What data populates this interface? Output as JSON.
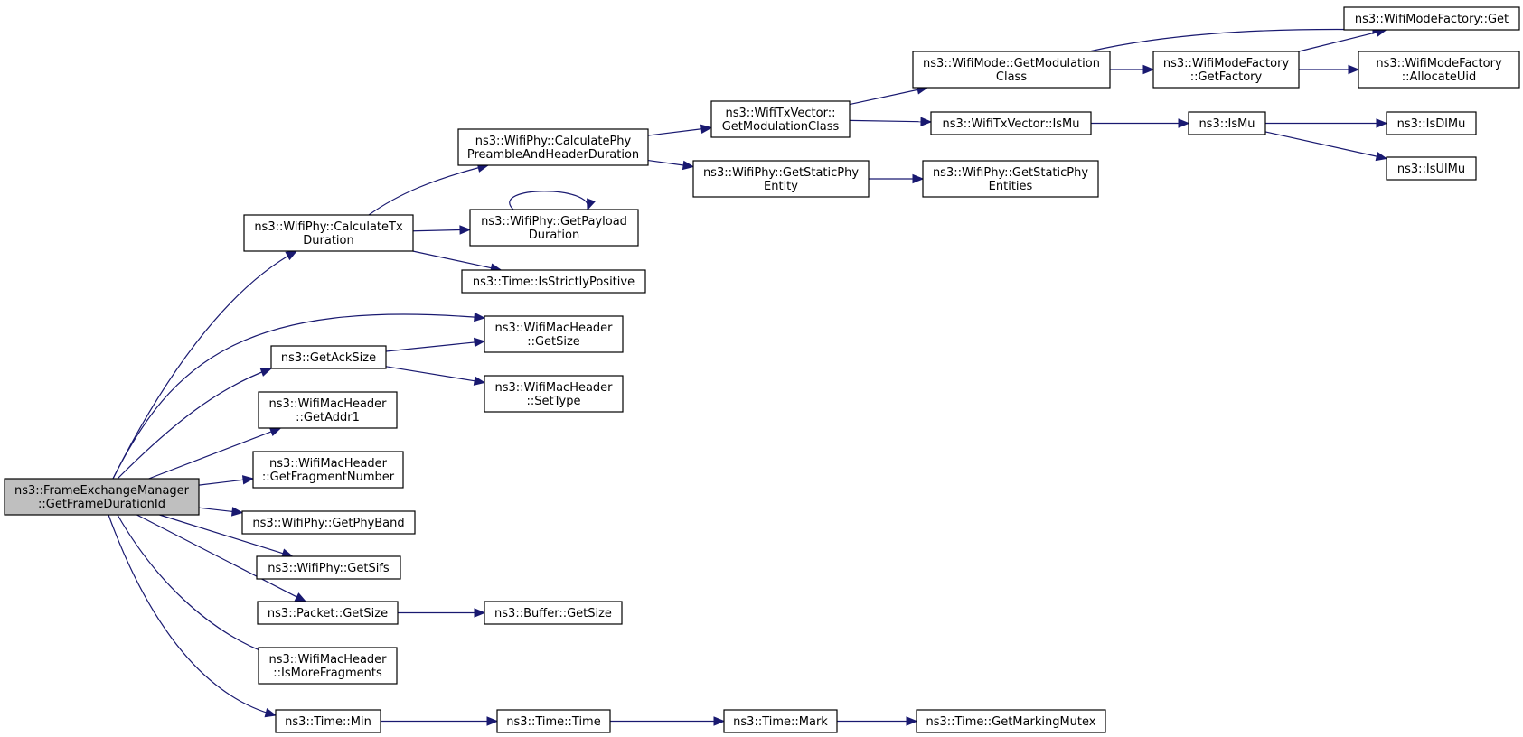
{
  "edge_color": "#191970",
  "root_fill": "#bfbfbf",
  "nodes": [
    {
      "id": "root",
      "lines": [
        "ns3::FrameExchangeManager",
        "::GetFrameDurationId"
      ],
      "root": true
    },
    {
      "id": "calcTx",
      "lines": [
        "ns3::WifiPhy::CalculateTx",
        "Duration"
      ]
    },
    {
      "id": "calcPre",
      "lines": [
        "ns3::WifiPhy::CalculatePhy",
        "PreambleAndHeaderDuration"
      ]
    },
    {
      "id": "payload",
      "lines": [
        "ns3::WifiPhy::GetPayload",
        "Duration"
      ]
    },
    {
      "id": "strict",
      "lines": [
        "ns3::Time::IsStrictlyPositive"
      ]
    },
    {
      "id": "txModClass",
      "lines": [
        "ns3::WifiTxVector::",
        "GetModulationClass"
      ]
    },
    {
      "id": "staticEnt",
      "lines": [
        "ns3::WifiPhy::GetStaticPhy",
        "Entity"
      ]
    },
    {
      "id": "modeModClass",
      "lines": [
        "ns3::WifiMode::GetModulation",
        "Class"
      ]
    },
    {
      "id": "txIsMu",
      "lines": [
        "ns3::WifiTxVector::IsMu"
      ]
    },
    {
      "id": "staticEnts",
      "lines": [
        "ns3::WifiPhy::GetStaticPhy",
        "Entities"
      ]
    },
    {
      "id": "factGetFactory",
      "lines": [
        "ns3::WifiModeFactory",
        "::GetFactory"
      ]
    },
    {
      "id": "isMu",
      "lines": [
        "ns3::IsMu"
      ]
    },
    {
      "id": "factGet",
      "lines": [
        "ns3::WifiModeFactory::Get"
      ]
    },
    {
      "id": "allocUid",
      "lines": [
        "ns3::WifiModeFactory",
        "::AllocateUid"
      ]
    },
    {
      "id": "isDl",
      "lines": [
        "ns3::IsDlMu"
      ]
    },
    {
      "id": "isUl",
      "lines": [
        "ns3::IsUlMu"
      ]
    },
    {
      "id": "hdrGetSize",
      "lines": [
        "ns3::WifiMacHeader",
        "::GetSize"
      ]
    },
    {
      "id": "ackSize",
      "lines": [
        "ns3::GetAckSize"
      ]
    },
    {
      "id": "setType",
      "lines": [
        "ns3::WifiMacHeader",
        "::SetType"
      ]
    },
    {
      "id": "addr1",
      "lines": [
        "ns3::WifiMacHeader",
        "::GetAddr1"
      ]
    },
    {
      "id": "fragNum",
      "lines": [
        "ns3::WifiMacHeader",
        "::GetFragmentNumber"
      ]
    },
    {
      "id": "phyBand",
      "lines": [
        "ns3::WifiPhy::GetPhyBand"
      ]
    },
    {
      "id": "sifs",
      "lines": [
        "ns3::WifiPhy::GetSifs"
      ]
    },
    {
      "id": "pktSize",
      "lines": [
        "ns3::Packet::GetSize"
      ]
    },
    {
      "id": "bufSize",
      "lines": [
        "ns3::Buffer::GetSize"
      ]
    },
    {
      "id": "moreFrag",
      "lines": [
        "ns3::WifiMacHeader",
        "::IsMoreFragments"
      ]
    },
    {
      "id": "tMin",
      "lines": [
        "ns3::Time::Min"
      ]
    },
    {
      "id": "tTime",
      "lines": [
        "ns3::Time::Time"
      ]
    },
    {
      "id": "tMark",
      "lines": [
        "ns3::Time::Mark"
      ]
    },
    {
      "id": "tMutex",
      "lines": [
        "ns3::Time::GetMarkingMutex"
      ]
    }
  ],
  "edges": [
    [
      "root",
      "calcTx"
    ],
    [
      "root",
      "hdrGetSize"
    ],
    [
      "root",
      "ackSize"
    ],
    [
      "root",
      "addr1"
    ],
    [
      "root",
      "fragNum"
    ],
    [
      "root",
      "phyBand"
    ],
    [
      "root",
      "sifs"
    ],
    [
      "root",
      "pktSize"
    ],
    [
      "root",
      "moreFrag"
    ],
    [
      "root",
      "tMin"
    ],
    [
      "calcTx",
      "calcPre"
    ],
    [
      "calcTx",
      "payload"
    ],
    [
      "calcTx",
      "strict"
    ],
    [
      "payload",
      "payload"
    ],
    [
      "calcPre",
      "txModClass"
    ],
    [
      "calcPre",
      "staticEnt"
    ],
    [
      "txModClass",
      "modeModClass"
    ],
    [
      "txModClass",
      "txIsMu"
    ],
    [
      "staticEnt",
      "staticEnts"
    ],
    [
      "modeModClass",
      "factGetFactory"
    ],
    [
      "modeModClass",
      "factGet"
    ],
    [
      "factGetFactory",
      "factGet"
    ],
    [
      "factGetFactory",
      "allocUid"
    ],
    [
      "txIsMu",
      "isMu"
    ],
    [
      "isMu",
      "isDl"
    ],
    [
      "isMu",
      "isUl"
    ],
    [
      "ackSize",
      "hdrGetSize"
    ],
    [
      "ackSize",
      "setType"
    ],
    [
      "pktSize",
      "bufSize"
    ],
    [
      "tMin",
      "tTime"
    ],
    [
      "tTime",
      "tMark"
    ],
    [
      "tMark",
      "tMutex"
    ]
  ]
}
